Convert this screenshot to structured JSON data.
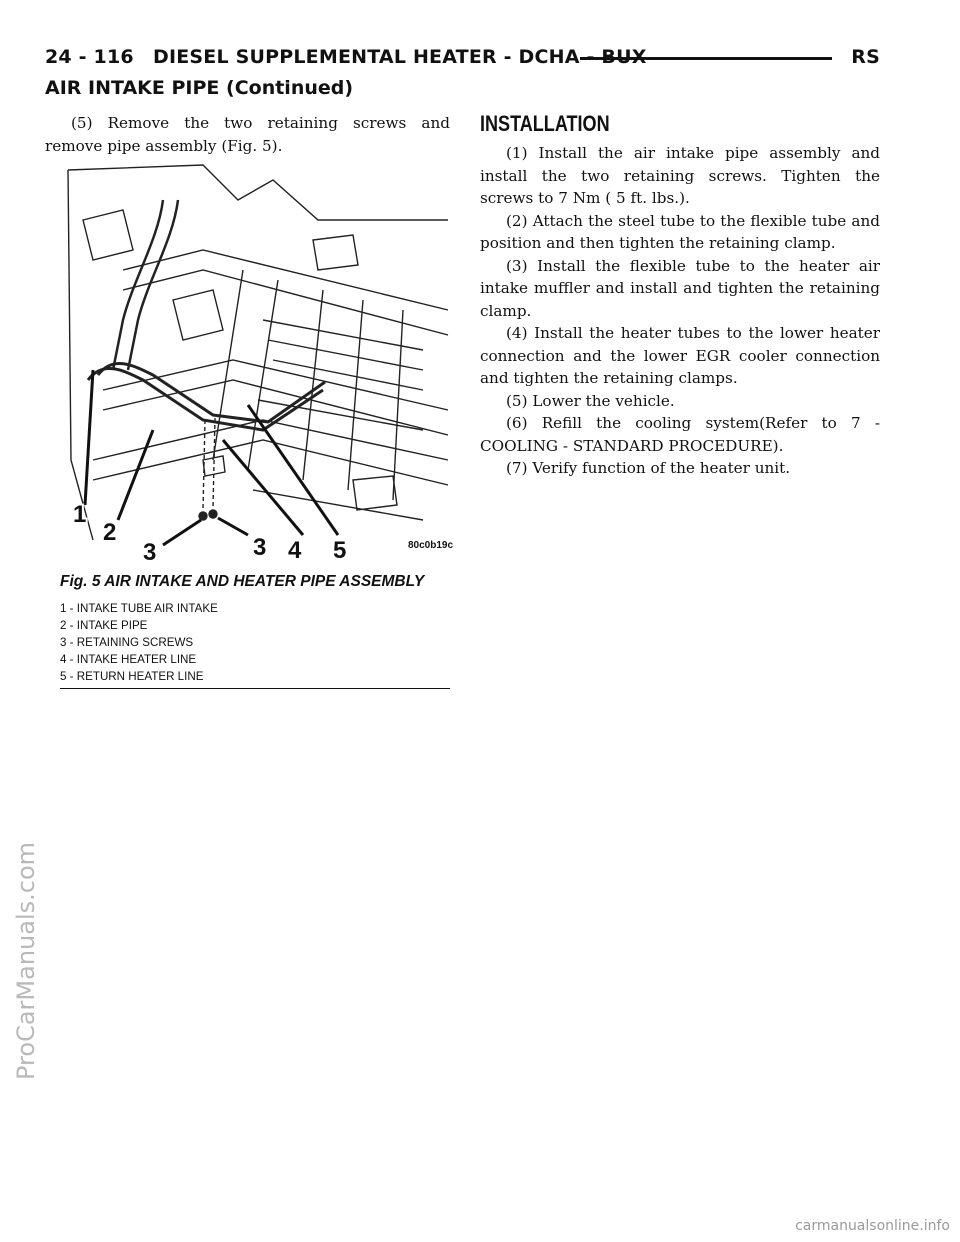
{
  "header": {
    "page_number": "24 - 116",
    "title": "DIESEL SUPPLEMENTAL HEATER - DCHA - BUX",
    "code": "RS"
  },
  "continued_heading": "AIR INTAKE PIPE (Continued)",
  "left_column": {
    "paragraph": "(5) Remove the two retaining screws and remove pipe assembly (Fig. 5)."
  },
  "figure": {
    "caption": "Fig. 5 AIR INTAKE AND HEATER PIPE ASSEMBLY",
    "image_code": "80c0b19c",
    "callouts": [
      "1",
      "2",
      "3",
      "3",
      "4",
      "5"
    ],
    "legend": [
      "1 - INTAKE TUBE AIR INTAKE",
      "2 - INTAKE PIPE",
      "3 - RETAINING SCREWS",
      "4 - INTAKE HEATER LINE",
      "5 - RETURN HEATER LINE"
    ]
  },
  "installation": {
    "title": "INSTALLATION",
    "steps": [
      "(1) Install the air intake pipe assembly and install the two retaining screws. Tighten the screws to 7 Nm ( 5 ft. lbs.).",
      "(2) Attach the steel tube to the flexible tube and position and then tighten the retaining clamp.",
      "(3) Install the flexible tube to the heater air intake muffler and install and tighten the retaining clamp.",
      "(4) Install the heater tubes to the lower heater connection and the lower EGR cooler connection and tighten the retaining clamps.",
      "(5) Lower the vehicle.",
      "(6) Refill the cooling system(Refer to 7 - COOLING - STANDARD PROCEDURE).",
      "(7) Verify function of the heater unit."
    ]
  },
  "watermark": "ProCarManuals.com",
  "footer_url": "carmanualsonline.info"
}
